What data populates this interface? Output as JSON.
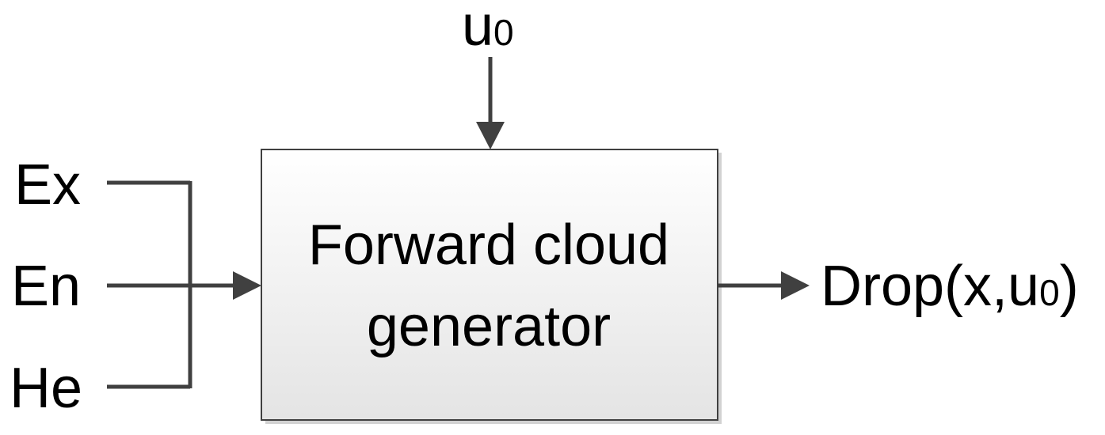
{
  "inputs": {
    "ex": "Ex",
    "en": "En",
    "he": "He"
  },
  "control_input": {
    "base": "u",
    "subscript": "0"
  },
  "block": {
    "line1": "Forward cloud",
    "line2": "generator"
  },
  "output": {
    "prefix": "Drop(x,u",
    "subscript": "0",
    "suffix": ")"
  },
  "colors": {
    "wire": "#404040",
    "box_border": "#404040",
    "box_fill_top": "#ffffff",
    "box_fill_bottom": "#e6e6e6",
    "box_shadow": "#c8c8c8",
    "text": "#000000"
  }
}
